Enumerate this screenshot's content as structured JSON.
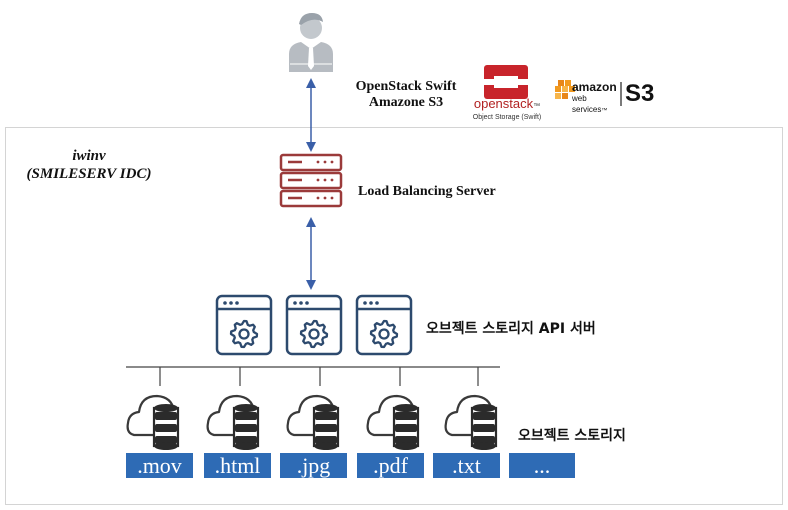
{
  "client": {
    "protocols": [
      "OpenStack Swift",
      "Amazone S3"
    ]
  },
  "logos": {
    "openstack": {
      "name": "openstack",
      "tm": "™",
      "sub": "Object Storage (Swift)"
    },
    "amazon": {
      "line1": "amazon",
      "line2": "web services",
      "tm": "™",
      "s3": "S3"
    }
  },
  "region": {
    "name": "iwinv",
    "subname": "(SMILESERV IDC)"
  },
  "load_balancer": {
    "label": "Load Balancing Server"
  },
  "api_servers": {
    "label": "오브젝트 스토리지 API 서버",
    "count": 3
  },
  "storage": {
    "label": "오브젝트 스토리지",
    "nodes": 5,
    "extensions": [
      ".mov",
      ".html",
      ".jpg",
      ".pdf",
      ".txt",
      "..."
    ]
  },
  "colors": {
    "server_red": "#9b3a3a",
    "api_blue": "#2d4a6e",
    "arrow_blue": "#3a5fa8",
    "ext_fill": "#2e6bb5",
    "user_gray": "#b7bcc2",
    "openstack_red": "#c8242b",
    "aws_orange": "#f29a1f"
  }
}
